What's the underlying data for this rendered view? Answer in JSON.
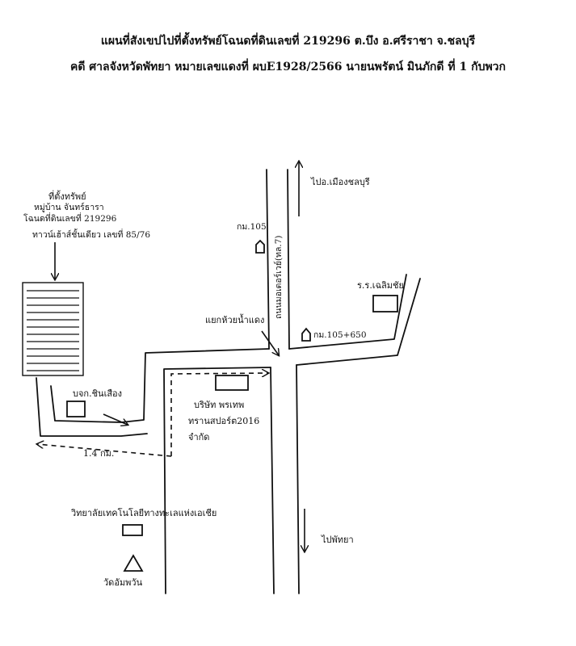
{
  "title": {
    "line1": "แผนที่สังเขปไปที่ตั้งทรัพย์โฉนดที่ดินเลขที่ 219296 ต.บึง อ.ศรีราชา จ.ชลบุรี",
    "line2": "คดี ศาลจังหวัดพัทยา หมายเลขแดงที่ ผบE1928/2566 นายนพรัตน์ มินภักดี ที่ 1 กับพวก"
  },
  "labels": {
    "property_heading": "ที่ตั้งทรัพย์",
    "village": "หมู่บ้าน จันทร์ธารา",
    "deed": "โฉนดที่ดินเลขที่ 219296",
    "townhouse": "ทาวน์เฮ้าส์ชั้นเดียว เลขที่ 85/76",
    "to_chonburi": "ไปอ.เมืองชลบุรี",
    "to_pattaya": "ไปพัทยา",
    "km105": "กม.105",
    "km105_650": "กม.105+650",
    "road_name": "ถนนมอเตอร์เวย์(ทล.7)",
    "intersection": "แยกห้วยน้ำแดง",
    "school": "ร.ร.เฉลิมชัย",
    "company_chin": "บจก.ชินเสือง",
    "company_pornthep_1": "บริษัท พรเทพ",
    "company_pornthep_2": "ทรานสปอร์ต2016",
    "company_pornthep_3": "จำกัด",
    "distance": "1.4 กม.",
    "college": "วิทยาลัยเทคโนโลยีทางทะเลแห่งเอเชีย",
    "temple": "วัดอัมพวัน"
  }
}
